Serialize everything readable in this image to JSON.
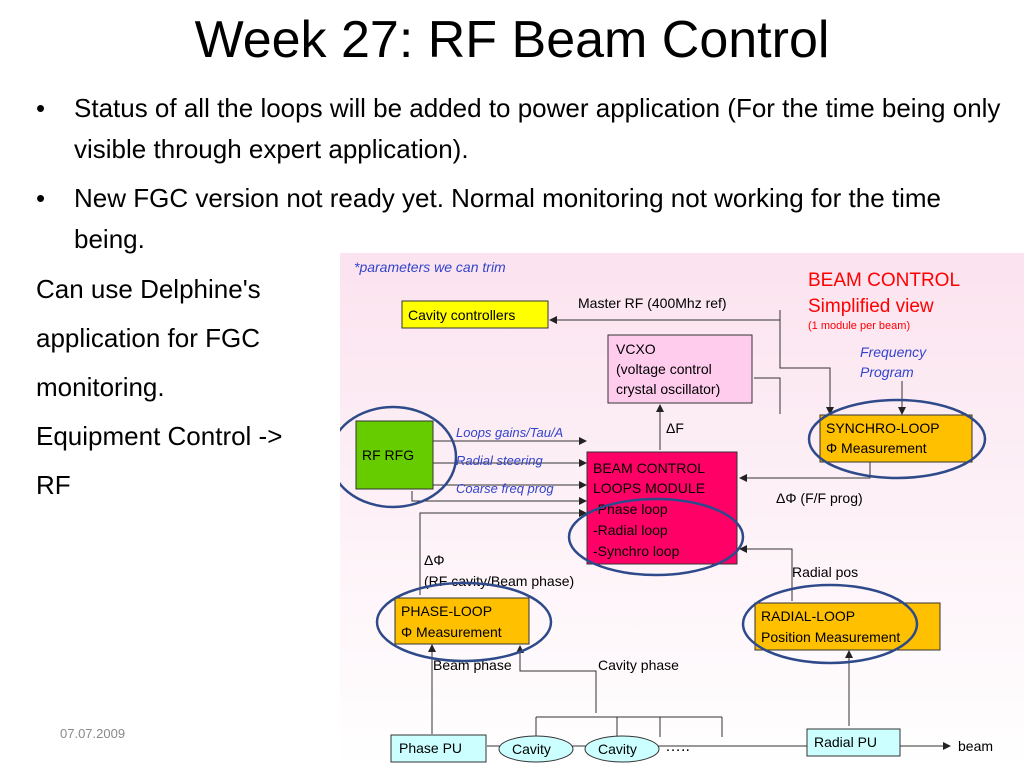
{
  "slide": {
    "title": "Week 27: RF Beam Control",
    "bullets": [
      {
        "symbol": "•",
        "text": "Status of all the loops will be added to power application (For the time being only visible through expert application)."
      },
      {
        "symbol": "•",
        "text": "New FGC version not ready yet. Normal monitoring not working for the time being."
      }
    ],
    "paragraphs": [
      "Can use Delphine's",
      "application for FGC",
      "monitoring.",
      "Equipment Control ->",
      "RF"
    ],
    "footer_date": "07.07.2009"
  },
  "diagram": {
    "params_note": "*parameters we can trim",
    "header": {
      "title": "BEAM CONTROL",
      "subtitle": "Simplified view",
      "note": "(1 module per beam)"
    },
    "freq_program": [
      "Frequency",
      "Program"
    ],
    "boxes": {
      "cavity_controllers": "Cavity controllers",
      "master_rf": "Master RF (400Mhz ref)",
      "vcxo": [
        "VCXO",
        "(voltage control",
        "crystal oscillator)"
      ],
      "rf_rfg": "RF RFG",
      "synchro_loop": [
        "SYNCHRO-LOOP",
        "Φ Measurement"
      ],
      "beam_control_module": [
        "BEAM CONTROL",
        "LOOPS MODULE",
        "-Phase loop",
        "-Radial loop",
        "-Synchro loop"
      ],
      "phase_loop": [
        "PHASE-LOOP",
        "Φ Measurement"
      ],
      "radial_loop": [
        "RADIAL-LOOP",
        "Position Measurement"
      ],
      "phase_pu": "Phase PU",
      "radial_pu": "Radial PU",
      "cavity_1": "Cavity",
      "cavity_2": "Cavity"
    },
    "labels": {
      "loops_gains": "Loops gains/Tau/A",
      "radial_steering": "Radial steering",
      "coarse_freq": "Coarse freq prog",
      "delta_f": "ΔF",
      "delta_phi_ff": "ΔΦ (F/F prog)",
      "delta_phi": "ΔΦ",
      "rf_cavity_beam_phase": "(RF cavity/Beam phase)",
      "radial_pos": "Radial pos",
      "beam_phase": "Beam phase",
      "cavity_phase": "Cavity phase",
      "dots": "…..",
      "beam": "beam"
    },
    "colors": {
      "background_top": "#fbe3ef",
      "yellow_box": "#ffff00",
      "orange_box": "#ffc000",
      "green_box": "#66cc00",
      "magenta_box": "#ff0066",
      "pink_box": "#ffccee",
      "cyan_box": "#ccffff",
      "ellipse": "#2e4a8a",
      "header_red": "#ff0000",
      "italic_blue": "#3344cc"
    }
  }
}
